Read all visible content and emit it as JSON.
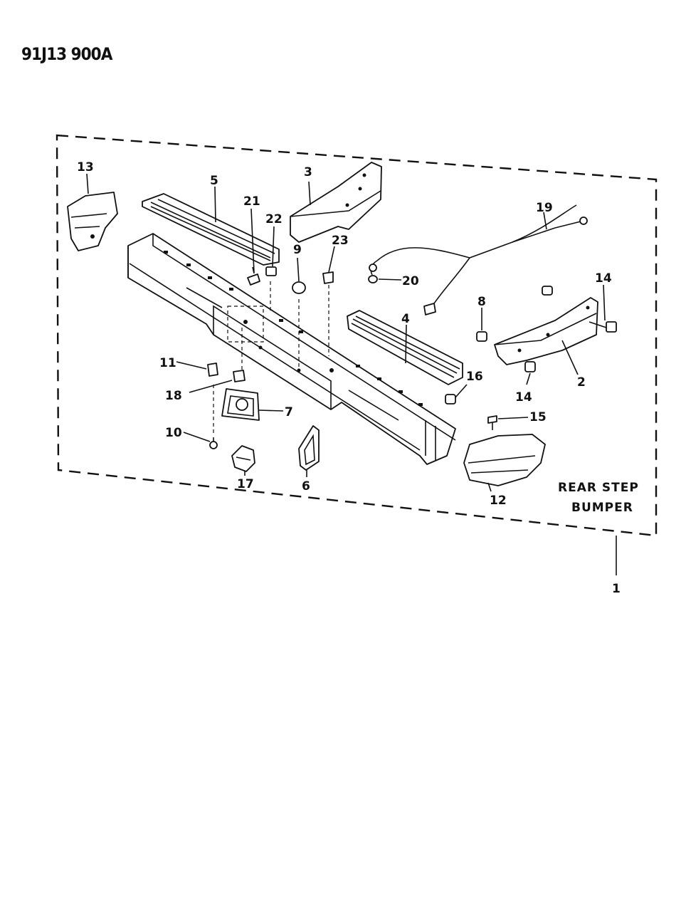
{
  "header": {
    "code": "91J13 900A"
  },
  "assembly": {
    "caption_line1": "REAR STEP",
    "caption_line2": "BUMPER",
    "assembly_callout": "1"
  },
  "callouts": {
    "c2": "2",
    "c3": "3",
    "c4": "4",
    "c5": "5",
    "c6": "6",
    "c7": "7",
    "c8": "8",
    "c9": "9",
    "c10": "10",
    "c11": "11",
    "c12": "12",
    "c13": "13",
    "c14a": "14",
    "c14b": "14",
    "c15": "15",
    "c16": "16",
    "c17": "17",
    "c18": "18",
    "c19": "19",
    "c20": "20",
    "c21": "21",
    "c22": "22",
    "c23": "23"
  },
  "colors": {
    "ink": "#111111",
    "paper": "#ffffff"
  }
}
